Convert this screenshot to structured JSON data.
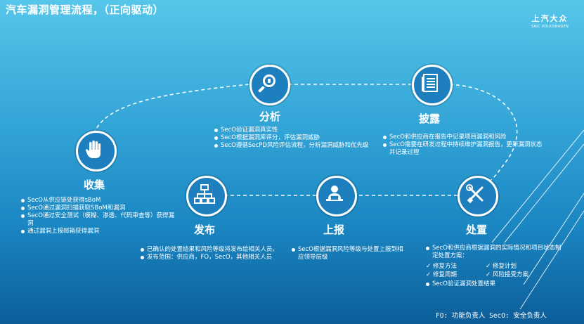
{
  "title": "汽车漏洞管理流程，（正向驱动）",
  "logo": {
    "cn": "上汽大众",
    "en": "SAIC VOLKSWAGEN"
  },
  "stages": {
    "collect": {
      "label": "收集",
      "icon": "hand-icon",
      "items": [
        "SecO从供应链处获得sBoM",
        "SecO通过漏洞扫描获取SBoM和漏洞",
        "SecO通过安全测试（模糊、渗透、代码审查等）获得漏洞",
        "通过漏洞上报邮箱获得漏洞"
      ]
    },
    "analyze": {
      "label": "分析",
      "icon": "magnifier-icon",
      "items": [
        "SecO验证漏洞真实性",
        "SecO根据漏洞库评分，评估漏洞威胁",
        "SecO遵循SecPD风险评估流程，分析漏洞威胁和优先级"
      ]
    },
    "disclose": {
      "label": "披露",
      "icon": "document-icon",
      "items": [
        "SecO和供应商在报告中记录项目漏洞和风险",
        "SecO需要在研发过程中持续维护漏洞报告，更新漏洞状态并记录过程"
      ]
    },
    "publish": {
      "label": "发布",
      "icon": "hierarchy-icon",
      "items": [
        "已确认的处置结果和风险等级将发布给相关人员。",
        "发布范围：供应商，FO，SecO，其他相关人员"
      ]
    },
    "report": {
      "label": "上报",
      "icon": "user-computer-icon",
      "items": [
        "SecO根据漏洞风险等级与处置上报到相应领导层级"
      ]
    },
    "handle": {
      "label": "处置",
      "icon": "tools-icon",
      "items_top": [
        "SecO和供应商根据漏洞的实际情况和项目状态制定处置方案："
      ],
      "checks": [
        "修复方法",
        "修复计划",
        "修复周期",
        "风险接受方案"
      ],
      "items_bottom": [
        "SecO验证漏洞处置结果"
      ]
    }
  },
  "footer": "FO: 功能负责人 SecO: 安全负责人"
}
